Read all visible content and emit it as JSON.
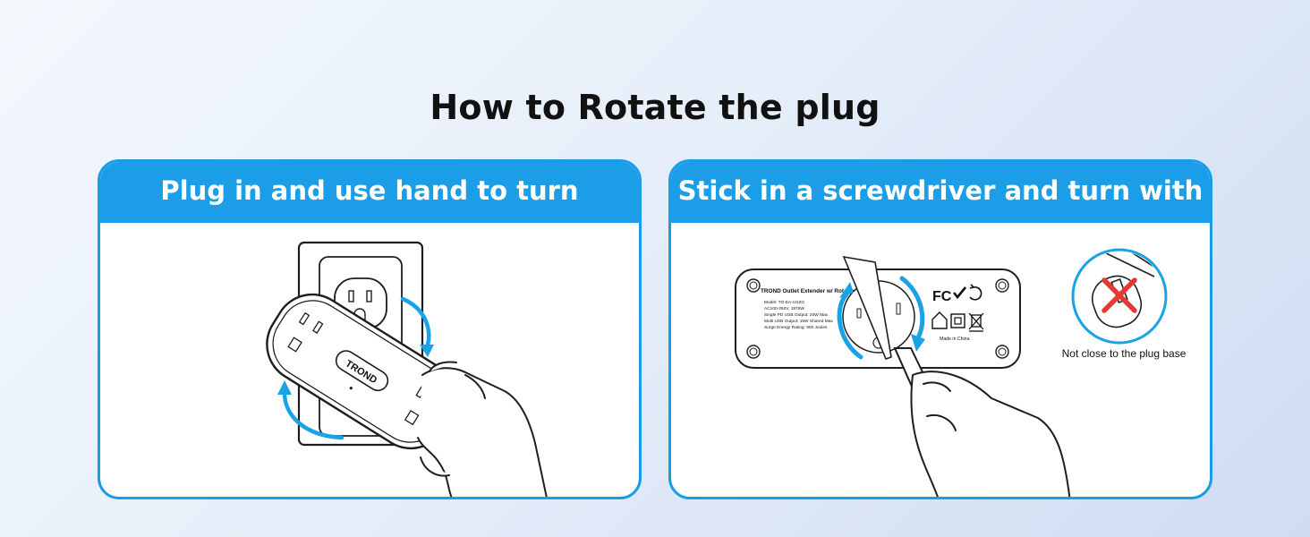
{
  "title": "How to Rotate the plug",
  "panels": [
    {
      "heading": "Plug in and use hand to turn",
      "brand": "TROND"
    },
    {
      "heading": "Stick in a screwdriver and turn with it",
      "label": {
        "title": "TROND Outlet Extender w/ Rotating Plug",
        "lines": [
          "Model: TO-EA-USZG",
          "AC100-250V, 1875W",
          "Single PD USB Output: 20W Max",
          "Multi USB Output: 15W Shared Max",
          "Surge Energy Rating: 900 Joules"
        ],
        "origin": "Made in China"
      },
      "warning": "Not close to the plug base"
    }
  ],
  "colors": {
    "accent": "#1b9de8",
    "arrow": "#1aa2e6",
    "warning": "#e53935"
  },
  "icons": [
    "rotate-arrow-icon",
    "fcc-icon",
    "checkmark-icon",
    "recycle-icon",
    "house-icon",
    "double-square-icon",
    "weee-bin-icon",
    "x-mark-icon"
  ]
}
